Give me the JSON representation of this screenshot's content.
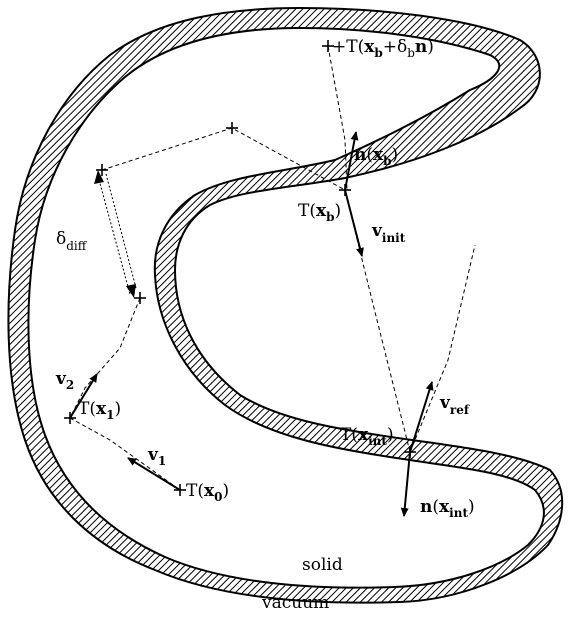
{
  "diagram": {
    "labels": {
      "T_xb_plus": [
        "+T(",
        "x",
        "b",
        "+δ",
        "b",
        "n",
        ")"
      ],
      "n_xb": [
        "n",
        "(",
        "x",
        "b",
        ")"
      ],
      "T_xb": [
        "T(",
        "x",
        "b",
        ")"
      ],
      "v_init": [
        "v",
        "init"
      ],
      "delta_diff": [
        "δ",
        "diff"
      ],
      "v2": [
        "v",
        "2"
      ],
      "T_x1": [
        "T(",
        "x",
        "1",
        ")"
      ],
      "v1": [
        "v",
        "1"
      ],
      "T_x0": [
        "T(",
        "x",
        "0",
        ")"
      ],
      "T_xint": [
        "T(",
        "x",
        "int",
        ")"
      ],
      "v_ref": [
        "v",
        "ref"
      ],
      "n_xint": [
        "n",
        "(",
        "x",
        "int",
        ")"
      ],
      "solid": "solid",
      "vacuum": "vacuum"
    },
    "colors": {
      "ink": "#000000",
      "background": "#ffffff"
    }
  }
}
